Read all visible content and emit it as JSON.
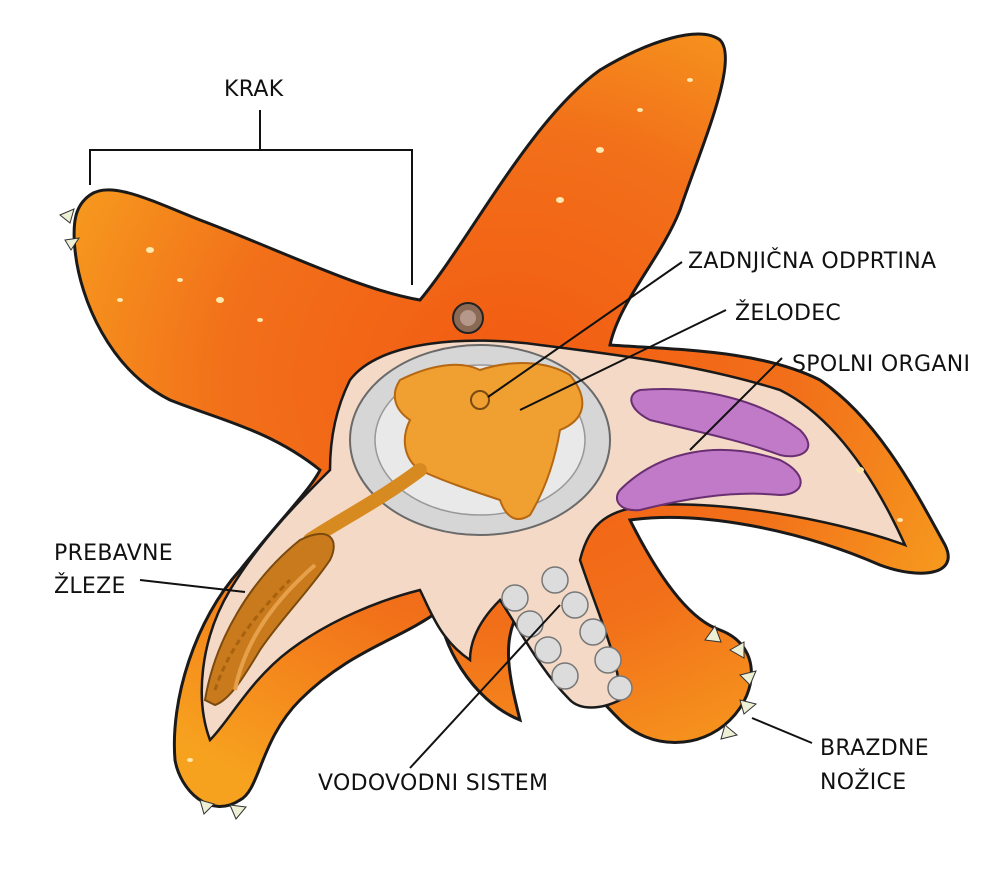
{
  "labels": {
    "arm": "KRAK",
    "anus": "ZADNJIČNA ODPRTINA",
    "stomach": "ŽELODEC",
    "gonads": "SPOLNI ORGANI",
    "digestive_glands_line1": "PREBAVNE",
    "digestive_glands_line2": "ŽLEZE",
    "water_vascular": "VODOVODNI SISTEM",
    "tube_feet_line1": "BRAZDNE",
    "tube_feet_line2": "NOŽICE"
  },
  "colors": {
    "body_orange": "#f26a1b",
    "body_yellow": "#f7b21f",
    "skin_spots": "#fde9b0",
    "inner_cavity": "#f3d9c6",
    "stomach": "#f0a030",
    "stomach_sac": "#d9d9d9",
    "gonads": "#c07ac8",
    "digestive_glands": "#c97a1c",
    "ampullae": "#dcdcdc",
    "spines": "#eef0d6"
  }
}
